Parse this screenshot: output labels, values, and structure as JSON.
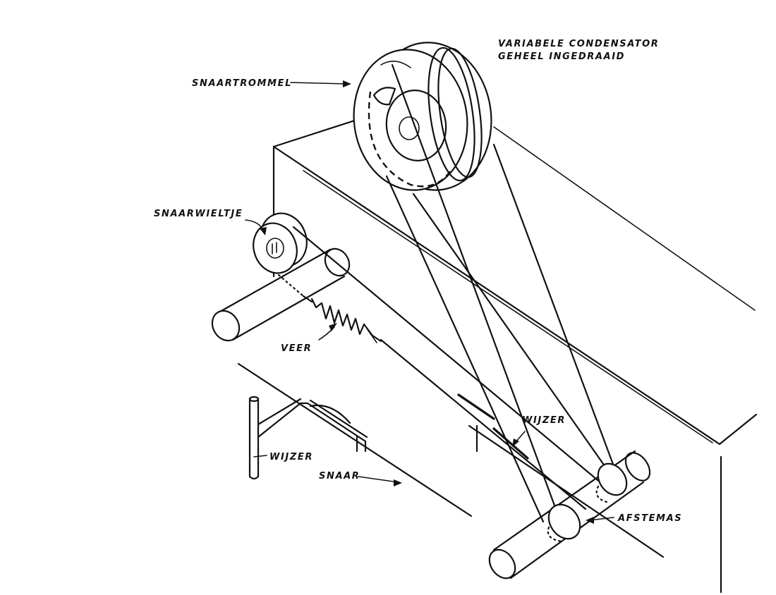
{
  "diagram": {
    "labels": {
      "variable_condensator_line1": "VARIABELE CONDENSATOR",
      "variable_condensator_line2": "GEHEEL INGEDRAAID",
      "snaartrommel": "SNAARTROMMEL",
      "snaarwieltje": "SNAARWIELTJE",
      "veer": "VEER",
      "wijzer_right": "WIJZER",
      "wijzer_left": "WIJZER",
      "snaar": "SNAAR",
      "afstemas": "AFSTEMAS"
    }
  }
}
